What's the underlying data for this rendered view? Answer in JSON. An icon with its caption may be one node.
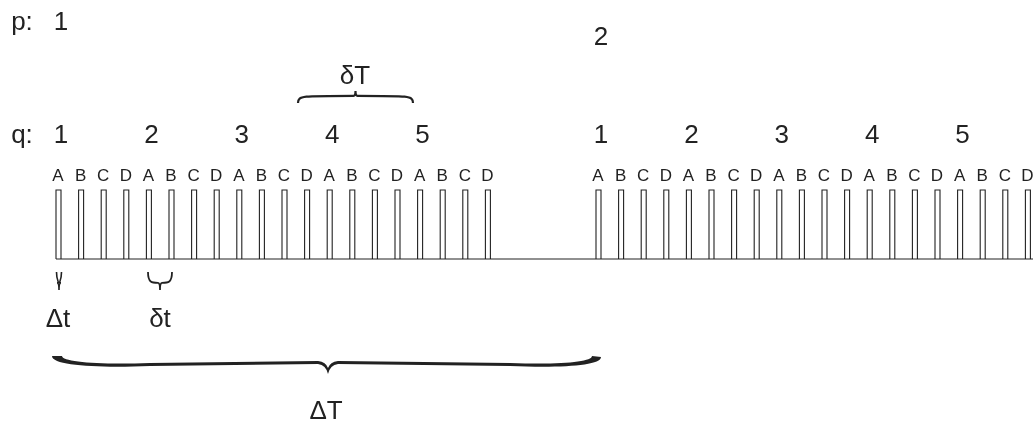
{
  "diagram": {
    "labels": [
      "p:",
      "1",
      "2",
      "δT",
      "q:",
      "1",
      "2",
      "3",
      "4",
      "5",
      "1",
      "2",
      "3",
      "4",
      "5",
      "A",
      "B",
      "C",
      "D",
      "A",
      "B",
      "C",
      "D",
      "A",
      "B",
      "C",
      "D",
      "A",
      "B",
      "C",
      "D",
      "A",
      "B",
      "C",
      "D",
      "A",
      "B",
      "C",
      "D",
      "A",
      "B",
      "C",
      "D",
      "A",
      "B",
      "C",
      "D",
      "A",
      "B",
      "C",
      "D",
      "A",
      "B",
      "C",
      "D",
      "Δt",
      "δt",
      "ΔT"
    ]
  }
}
